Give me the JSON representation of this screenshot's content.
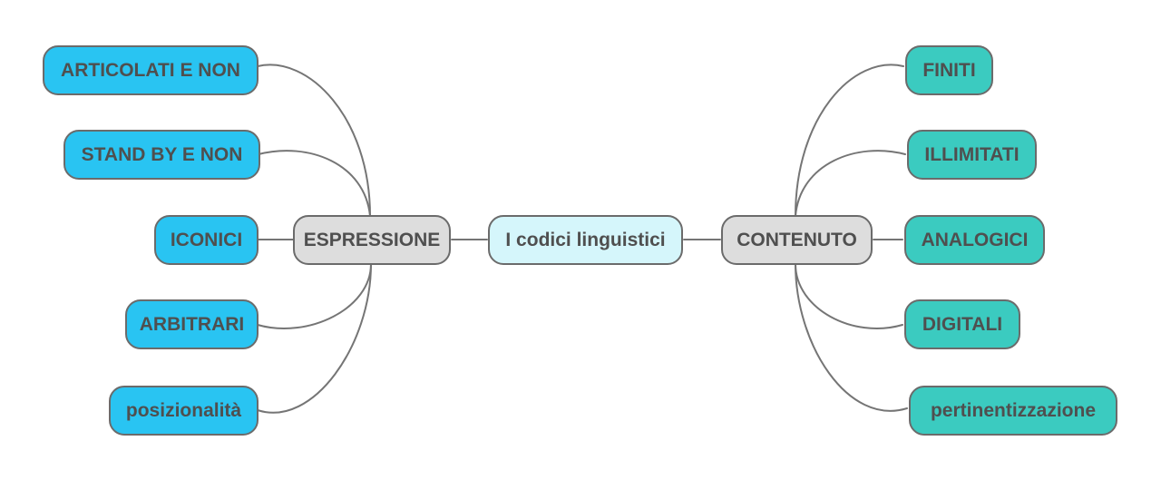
{
  "diagram": {
    "type": "mindmap",
    "title": "I codici linguistici"
  },
  "center": {
    "label": "I codici linguistici"
  },
  "left_branch": {
    "label": "ESPRESSIONE",
    "children": [
      {
        "label": "ARTICOLATI E NON"
      },
      {
        "label": "STAND BY E NON"
      },
      {
        "label": "ICONICI"
      },
      {
        "label": "ARBITRARI"
      },
      {
        "label": "posizionalità"
      }
    ]
  },
  "right_branch": {
    "label": "CONTENUTO",
    "children": [
      {
        "label": "FINITI"
      },
      {
        "label": "ILLIMITATI"
      },
      {
        "label": "ANALOGICI"
      },
      {
        "label": "DIGITALI"
      },
      {
        "label": "pertinentizzazione"
      }
    ]
  },
  "colors": {
    "left_node_bg": "#29C4F2",
    "right_node_bg": "#3BCBC0",
    "branch_node_bg": "#DDDDDD",
    "center_node_bg": "#D5F6FB",
    "node_border": "#6B6B6B",
    "text": "#4F4F4F",
    "connector": "#757575",
    "background": "#FFFFFF"
  }
}
